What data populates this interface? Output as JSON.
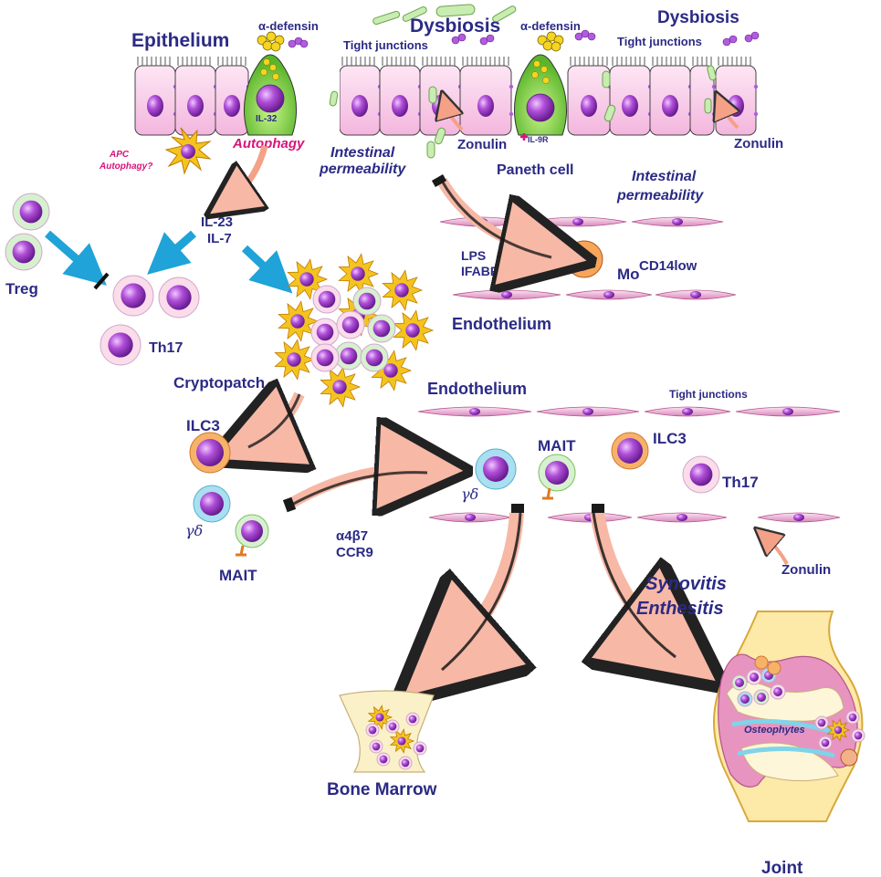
{
  "labels": {
    "epithelium": "Epithelium",
    "alpha_defensin_1": "α-defensin",
    "alpha_defensin_2": "α-defensin",
    "dysbiosis_1": "Dysbiosis",
    "dysbiosis_2": "Dysbiosis",
    "tight_junctions_1": "Tight junctions",
    "tight_junctions_2": "Tight junctions",
    "tight_junctions_3": "Tight junctions",
    "il32": "IL-32",
    "autophagy": "Autophagy",
    "apc_autophagy_1": "APC",
    "apc_autophagy_2": "Autophagy?",
    "intestinal_perm_1a": "Intestinal",
    "intestinal_perm_1b": "permeability",
    "intestinal_perm_2a": "Intestinal",
    "intestinal_perm_2b": "permeability",
    "zonulin_1": "Zonulin",
    "zonulin_2": "Zonulin",
    "zonulin_3": "Zonulin",
    "il9r": "IL-9R",
    "paneth_cell": "Paneth cell",
    "il23": "IL-23",
    "il7": "IL-7",
    "treg": "Treg",
    "th17_1": "Th17",
    "th17_2": "Th17",
    "lps": "LPS",
    "ifabp": "IFABP",
    "mo": "Mo",
    "cd14low": "CD14low",
    "endothelium_1": "Endothelium",
    "endothelium_2": "Endothelium",
    "cryptopatch": "Cryptopatch",
    "ilc3_1": "ILC3",
    "ilc3_2": "ILC3",
    "gd_1": "γδ",
    "gd_2": "γδ",
    "mait_1": "MAIT",
    "mait_2": "MAIT",
    "a4b7": "α4β7",
    "ccr9": "CCR9",
    "synovitis": "Synovitis",
    "enthesitis": "Enthesitis",
    "osteophytes": "Osteophytes",
    "bone_marrow": "Bone Marrow",
    "joint": "Joint"
  },
  "colors": {
    "label": "#2b2a85",
    "accent_pink": "#d6157a",
    "cell_pink": "#f7c9e6",
    "nucleus": "#9b3fc4",
    "paneth_green": "#7ccf3a",
    "blue_arrow": "#1fa3d8",
    "salmon_arrow": "#f7b8a6"
  }
}
